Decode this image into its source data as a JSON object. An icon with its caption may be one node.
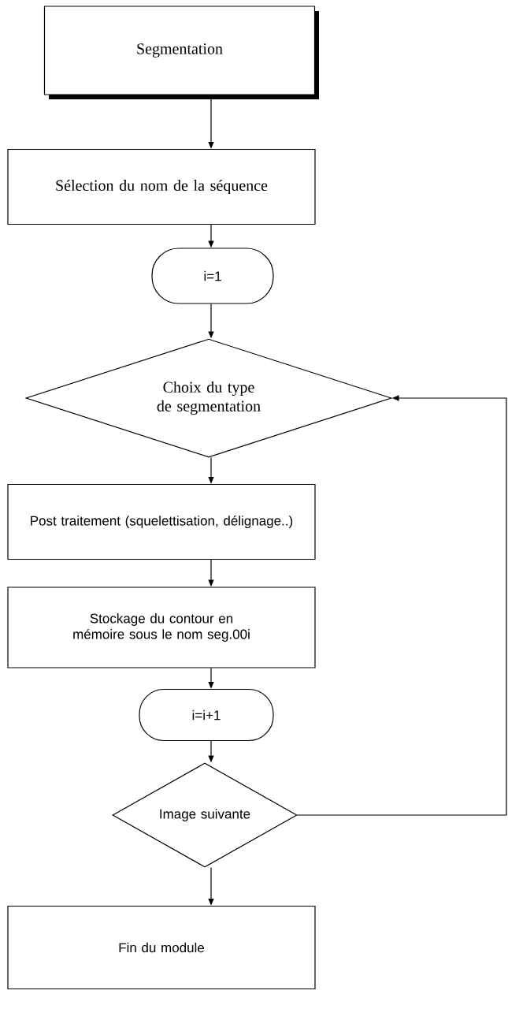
{
  "diagram": {
    "nodes": [
      {
        "text": [
          "Segmentation"
        ]
      },
      {
        "text": [
          "Sélection du nom de la séquence"
        ]
      },
      {
        "text": [
          "i=1"
        ]
      },
      {
        "text": [
          "Choix du type de segmentation"
        ]
      },
      {
        "text": [
          "Post traitement (squelettisation, délignage..)"
        ]
      },
      {
        "text": [
          "Stockage du contour en mémoire sous le nom seg.00i"
        ]
      },
      {
        "text": [
          "i=i+1"
        ]
      },
      {
        "text": [
          "Image suivante"
        ]
      },
      {
        "text": [
          "Fin du module"
        ]
      }
    ],
    "edges": [
      {
        "from": 0,
        "to": 1,
        "arrow": "to"
      },
      {
        "from": 1,
        "to": 2,
        "arrow": "to"
      },
      {
        "from": 2,
        "to": 3,
        "arrow": "to"
      },
      {
        "from": 3,
        "to": 4,
        "arrow": "to"
      },
      {
        "from": 4,
        "to": 5,
        "arrow": "to"
      },
      {
        "from": 5,
        "to": 6,
        "arrow": "to"
      },
      {
        "from": 6,
        "to": 7,
        "arrow": "to"
      },
      {
        "from": 7,
        "to": 8,
        "arrow": "to"
      },
      {
        "from": 7,
        "to": 3,
        "arrow": "to"
      }
    ]
  }
}
